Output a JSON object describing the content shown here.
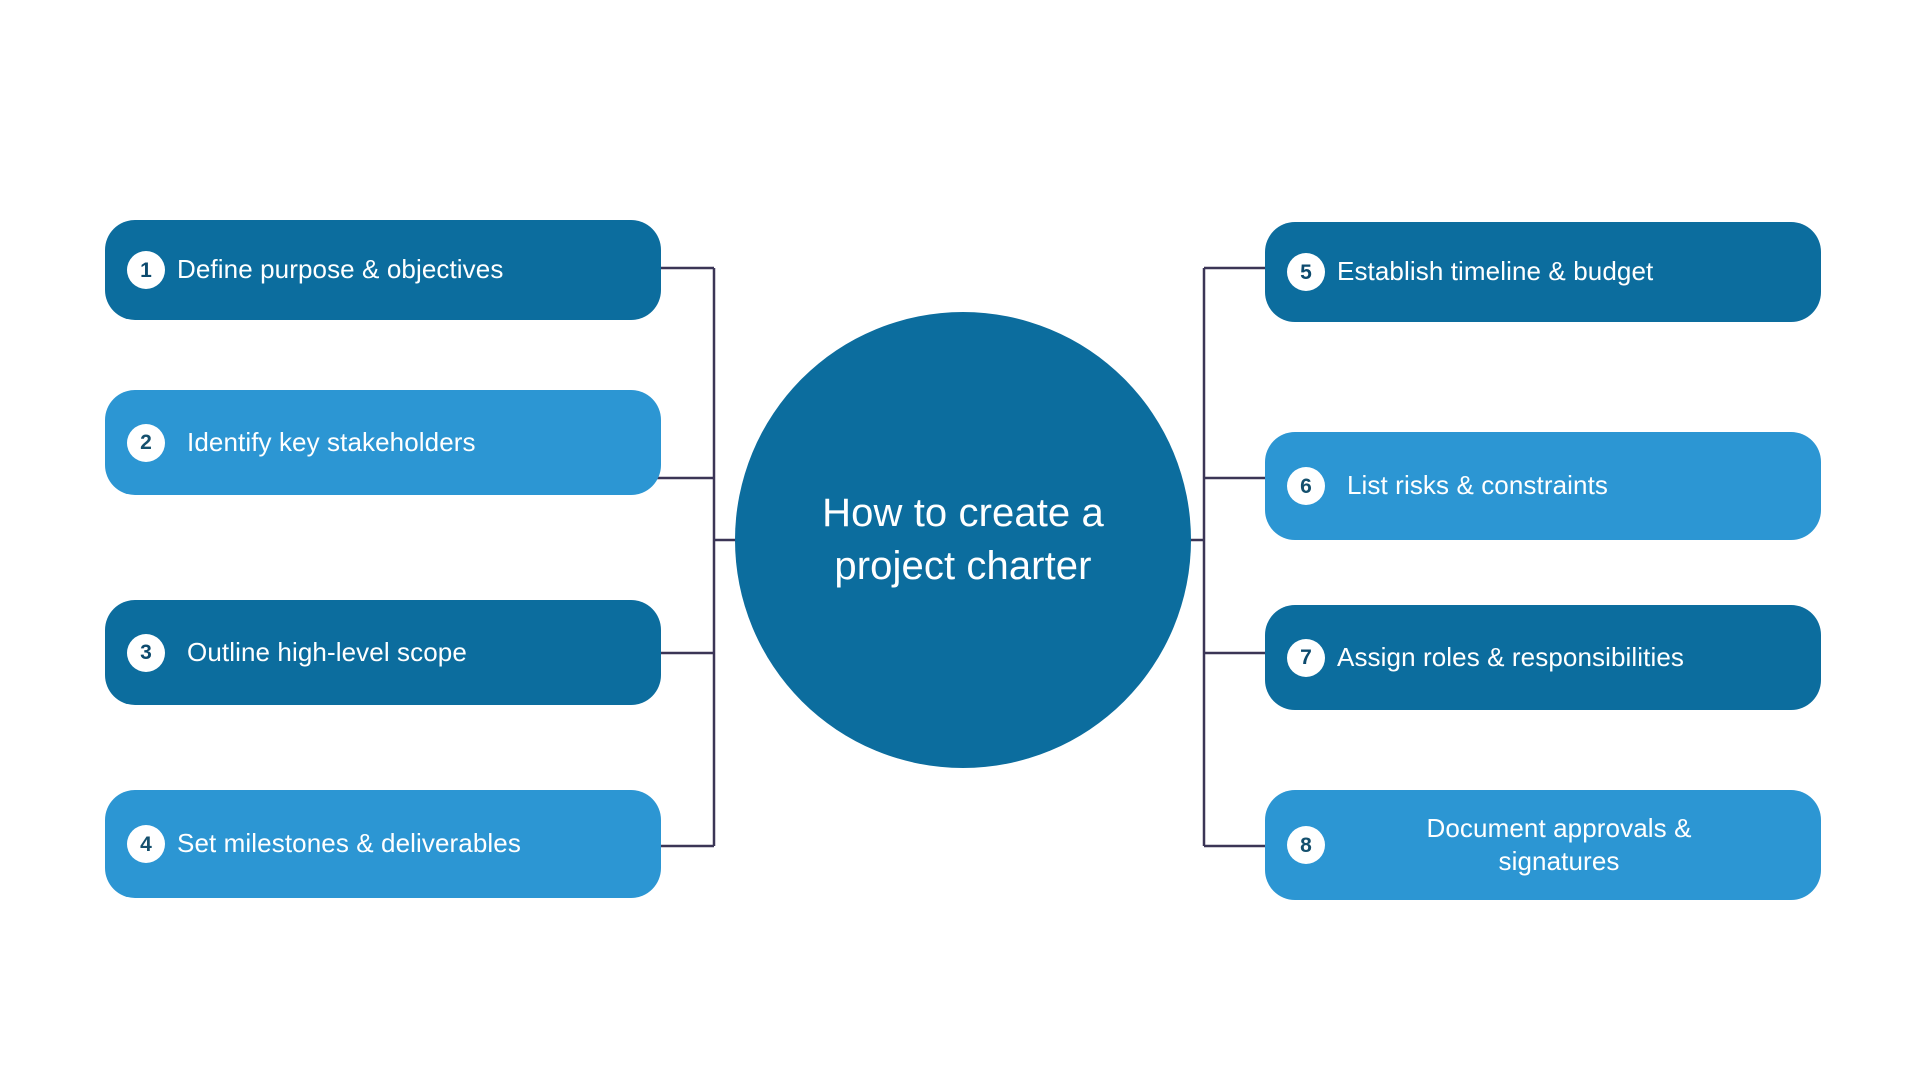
{
  "diagram": {
    "type": "mind-map",
    "background_color": "#ffffff",
    "center": {
      "title": "How to create a\nproject charter",
      "color": "#0c6d9e",
      "text_color": "#ffffff"
    },
    "palette": {
      "dark_blue": "#0c6d9e",
      "light_blue": "#2c96d3",
      "connector": "#3b3556",
      "badge_background": "#ffffff",
      "badge_text": "#14506e"
    },
    "branches": {
      "left": [
        {
          "number": "1",
          "label": "Define purpose & objectives",
          "color": "#0c6d9e",
          "style": "dark"
        },
        {
          "number": "2",
          "label": "Identify key stakeholders",
          "color": "#2c96d3",
          "style": "light"
        },
        {
          "number": "3",
          "label": "Outline high-level scope",
          "color": "#0c6d9e",
          "style": "dark"
        },
        {
          "number": "4",
          "label": "Set milestones & deliverables",
          "color": "#2c96d3",
          "style": "light"
        }
      ],
      "right": [
        {
          "number": "5",
          "label": "Establish timeline & budget",
          "color": "#0c6d9e",
          "style": "dark"
        },
        {
          "number": "6",
          "label": "List risks & constraints",
          "color": "#2c96d3",
          "style": "light"
        },
        {
          "number": "7",
          "label": "Assign roles & responsibilities",
          "color": "#0c6d9e",
          "style": "dark"
        },
        {
          "number": "8",
          "label": "Document approvals &\nsignatures",
          "color": "#2c96d3",
          "style": "light"
        }
      ]
    }
  }
}
